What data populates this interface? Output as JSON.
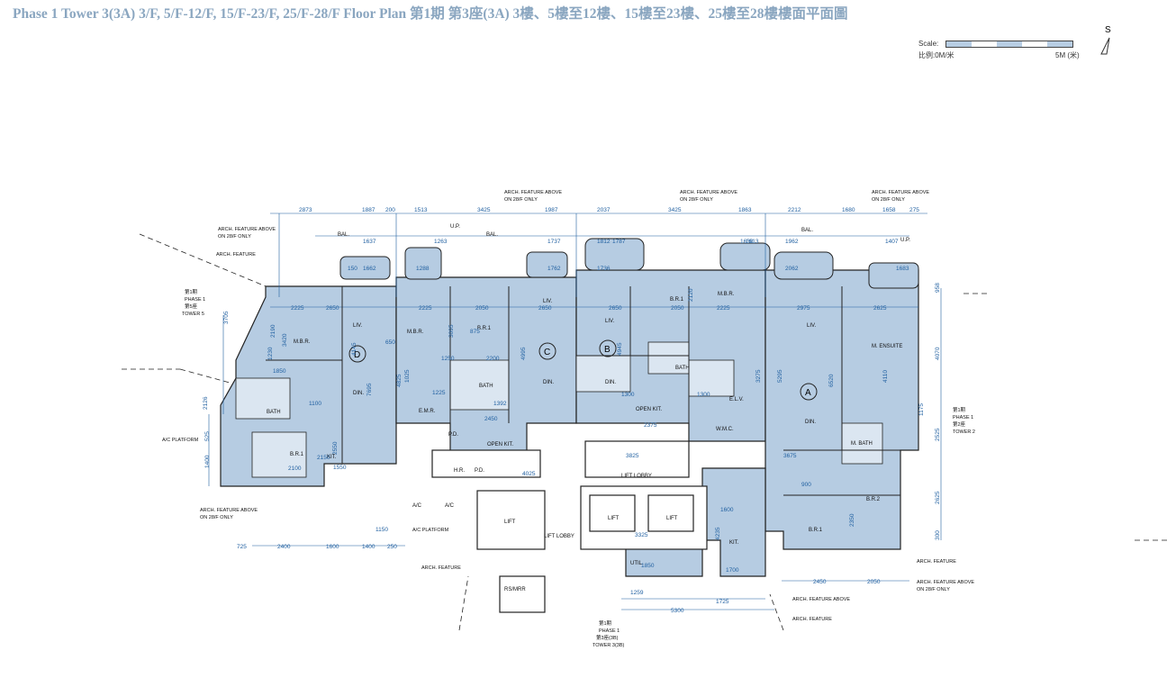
{
  "title": "Phase 1 Tower 3(3A) 3/F, 5/F-12/F, 15/F-23/F, 25/F-28/F Floor Plan 第1期 第3座(3A) 3樓、5樓至12樓、15樓至23樓、25樓至28樓樓面平面圖",
  "scale": {
    "label": "Scale:",
    "left": "比例:0M/米",
    "right": "5M (米)"
  },
  "north": {
    "label": "S",
    "icon": "north-arrow-icon"
  },
  "colors": {
    "unit_fill": "#b6cce2",
    "dim_line": "#1f5fa0",
    "wall": "#222222",
    "title": "#8aa6c0"
  },
  "units": {
    "A": "A",
    "B": "B",
    "C": "C",
    "D": "D"
  },
  "rooms": {
    "liv": "LIV.",
    "din": "DIN.",
    "mbr": "M.B.R.",
    "br1": "B.R.1",
    "br2": "B.R.2",
    "bath": "BATH",
    "kit": "KIT.",
    "open_kit": "OPEN KIT.",
    "mbath": "M. BATH",
    "ensuite": "M. ENSUITE",
    "emr": "E.M.R.",
    "pd": "P.D.",
    "hr": "H.R.",
    "lift_lobby": "LIFT LOBBY",
    "lift": "LIFT",
    "wmc": "W.M.C.",
    "elv": "E.L.V.",
    "util": "UTIL.",
    "rs_mrr": "RS/MRR",
    "bal": "BAL.",
    "up": "U.P.",
    "ac": "A/C"
  },
  "labels": {
    "phase1_tower5": [
      "第1期",
      "PHASE 1",
      "第5座",
      "TOWER 5"
    ],
    "phase1_tower2": [
      "第1期",
      "PHASE 1",
      "第2座",
      "TOWER 2"
    ],
    "phase1_tower3b": [
      "第1期",
      "PHASE 1",
      "第3座(3B)",
      "TOWER 3(3B)"
    ],
    "arch_feature": "ARCH. FEATURE",
    "arch_feature_above": "ARCH. FEATURE ABOVE",
    "on_28f_only": "ON 28/F ONLY",
    "ac_platform": "A/C PLATFORM",
    "arch_feature_above2": "ARCH. FEATURE ABOVE"
  },
  "dimensions": {
    "top_row": [
      "2873",
      "1887",
      "200",
      "1513",
      "3425",
      "1987",
      "2037",
      "3425",
      "1863",
      "2212",
      "1680",
      "1658",
      "275"
    ],
    "second_row": [
      "1637",
      "1263",
      "1737",
      "1812",
      "1787",
      "1613",
      "1638",
      "1962",
      "1407"
    ],
    "row3": [
      "150",
      "1662",
      "1288",
      "1762",
      "1736",
      "2062",
      "1683"
    ],
    "row4": [
      "2225",
      "2650",
      "2225",
      "2050",
      "2650",
      "2650",
      "2050",
      "2225",
      "2975",
      "2625"
    ],
    "bottom": [
      "725",
      "2400",
      "1600",
      "1400",
      "250",
      "1259",
      "1725",
      "5300",
      "2450",
      "2050",
      "4025",
      "3825",
      "3675",
      "3325"
    ],
    "right": [
      "958",
      "4070",
      "2525",
      "2625",
      "1175",
      "300"
    ],
    "left": [
      "3705",
      "2126",
      "1400",
      "525",
      "4145",
      "7695",
      "3420",
      "2190"
    ],
    "misc": [
      "1392",
      "2450",
      "2200",
      "2100",
      "1550",
      "1100",
      "4995",
      "4945",
      "5295",
      "6520",
      "3095",
      "2120",
      "1250",
      "1225",
      "2375",
      "1300",
      "650",
      "900",
      "1600",
      "2350",
      "4235",
      "1850",
      "1700",
      "875",
      "1025",
      "4825",
      "2550",
      "2150",
      "1150",
      "1300",
      "3275",
      "1230",
      "1850",
      "4110"
    ]
  }
}
